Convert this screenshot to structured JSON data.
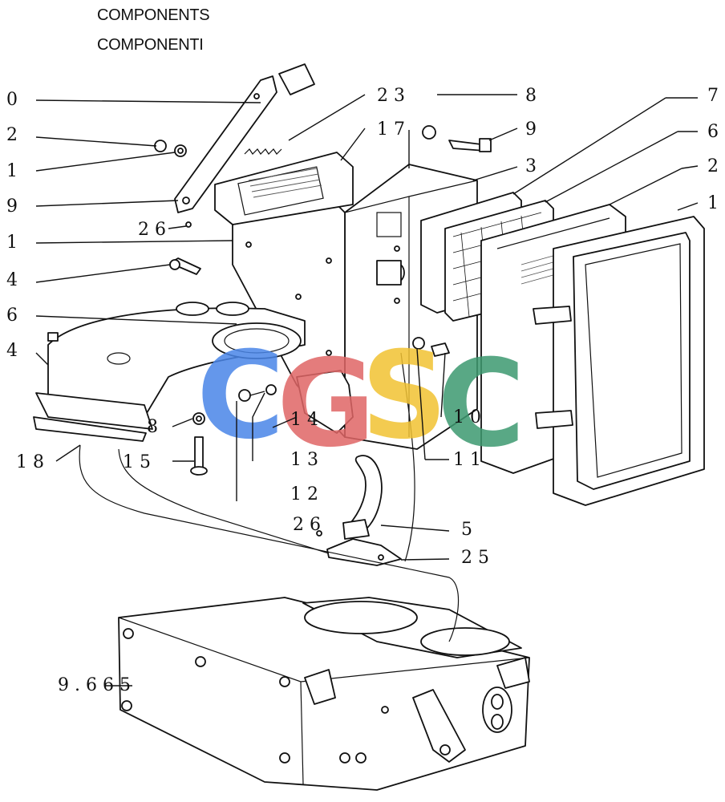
{
  "header": {
    "title_en": "COMPONENTS",
    "title_it": "COMPONENTI"
  },
  "watermark": {
    "letters": [
      "C",
      "G",
      "S",
      "C"
    ],
    "colors": [
      "#4a86e8",
      "#e06666",
      "#f1c232",
      "#3d9970"
    ]
  },
  "callouts": {
    "c0": "0",
    "c2_top": "2",
    "c1_a": "1",
    "c9_left": "9",
    "c26_a": "2 6",
    "c1_b": "1",
    "c4_a": "4",
    "c6_left": "6",
    "c4_b": "4",
    "c8_left": "8",
    "c18": "1 8",
    "c15": "1 5",
    "c13": "1 3",
    "c12": "1 2",
    "c14": "1 4",
    "c23": "2 3",
    "c17": "1 7",
    "c8_top": "8",
    "c9_top": "9",
    "c7": "7",
    "c3": "3",
    "c6_right": "6",
    "c2_right": "2",
    "c1_right": "1",
    "c10": "1 0",
    "c11": "1 1",
    "c5": "5",
    "c26_b": "2 6",
    "c25": "2 5",
    "c9665": "9 . 6 6 5"
  }
}
